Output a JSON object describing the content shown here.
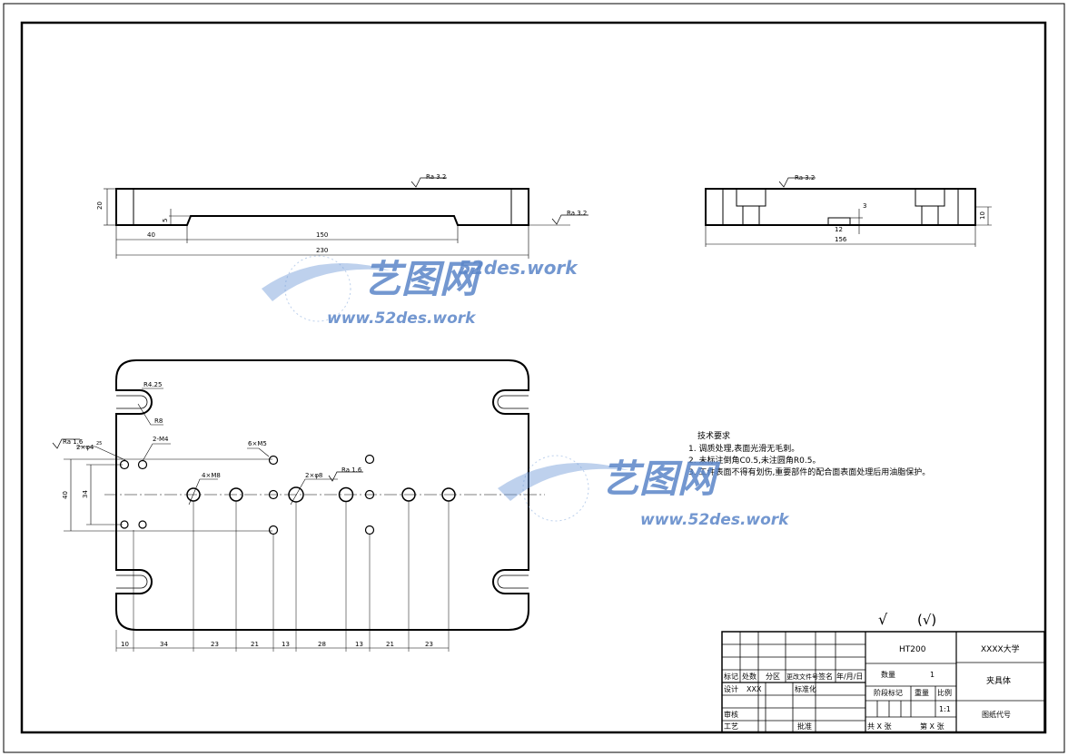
{
  "drawing": {
    "roughness": {
      "main": "Ra 3.2",
      "right": "Ra 3.2",
      "side": "Ra 3.2",
      "hole_left": "Ra 1.6",
      "hole_mid": "Ra 1.6"
    },
    "front_dims": {
      "height": "20",
      "step": "5",
      "left": "40",
      "slot": "150",
      "total": "230"
    },
    "side_dims": {
      "depth": "3",
      "height": "10",
      "width": "156",
      "slot": "12"
    },
    "plan_labels": {
      "r1": "R4.25",
      "r2": "R8",
      "h1": "2×φ4",
      "tol": "25",
      "m4": "2-M4",
      "m5": "6×M5",
      "m8": "4×M8",
      "pin": "2×φ8",
      "v40": "40",
      "v34": "34"
    },
    "bottom_dims": [
      "10",
      "34",
      "23",
      "21",
      "13",
      "28",
      "13",
      "21",
      "23"
    ],
    "tech": {
      "title": "技术要求",
      "items": [
        "1. 调质处理,表面光滑无毛刺。",
        "2. 未标注倒角C0.5,未注圆角R0.5。",
        "3. 工件表面不得有划伤,重要部件的配合面表面处理后用油脂保护。"
      ]
    },
    "rough_symbol": "√",
    "rough_paren": "(√)",
    "watermark": {
      "brand": "艺图网",
      "url1": "52des.work",
      "url2": "www.52des.work"
    }
  },
  "title_block": {
    "material": "HT200",
    "school": "XXXX大学",
    "name": "夹具体",
    "qty_label": "数量",
    "qty": "1",
    "stage_label": "阶段标记",
    "weight_label": "重量",
    "scale_label": "比例",
    "scale": "1:1",
    "code_label": "图纸代号",
    "sheets_total": "共 X 张",
    "sheet_no": "第 X 张",
    "row_labels": [
      "标记",
      "处数",
      "分区",
      "更改文件号",
      "签名",
      "年/月/日"
    ],
    "design_label": "设计",
    "designer": "XXX",
    "standard_label": "标准化",
    "review_label": "审核",
    "process_label": "工艺",
    "approve_label": "批准"
  }
}
